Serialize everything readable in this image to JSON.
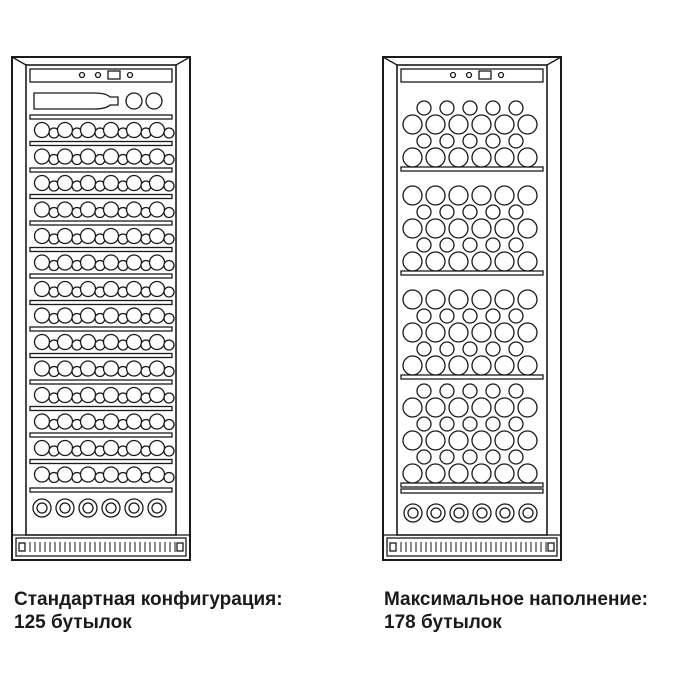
{
  "figures": [
    {
      "id": "standard",
      "caption_line1": "Стандартная конфигурация:",
      "caption_line2": "125 бутылок",
      "layout": "shelves"
    },
    {
      "id": "maximum",
      "caption_line1": "Максимальное наполнение:",
      "caption_line2": "178 бутылок",
      "layout": "stacked"
    }
  ],
  "colors": {
    "line": "#1a1a1a",
    "background": "#ffffff"
  }
}
